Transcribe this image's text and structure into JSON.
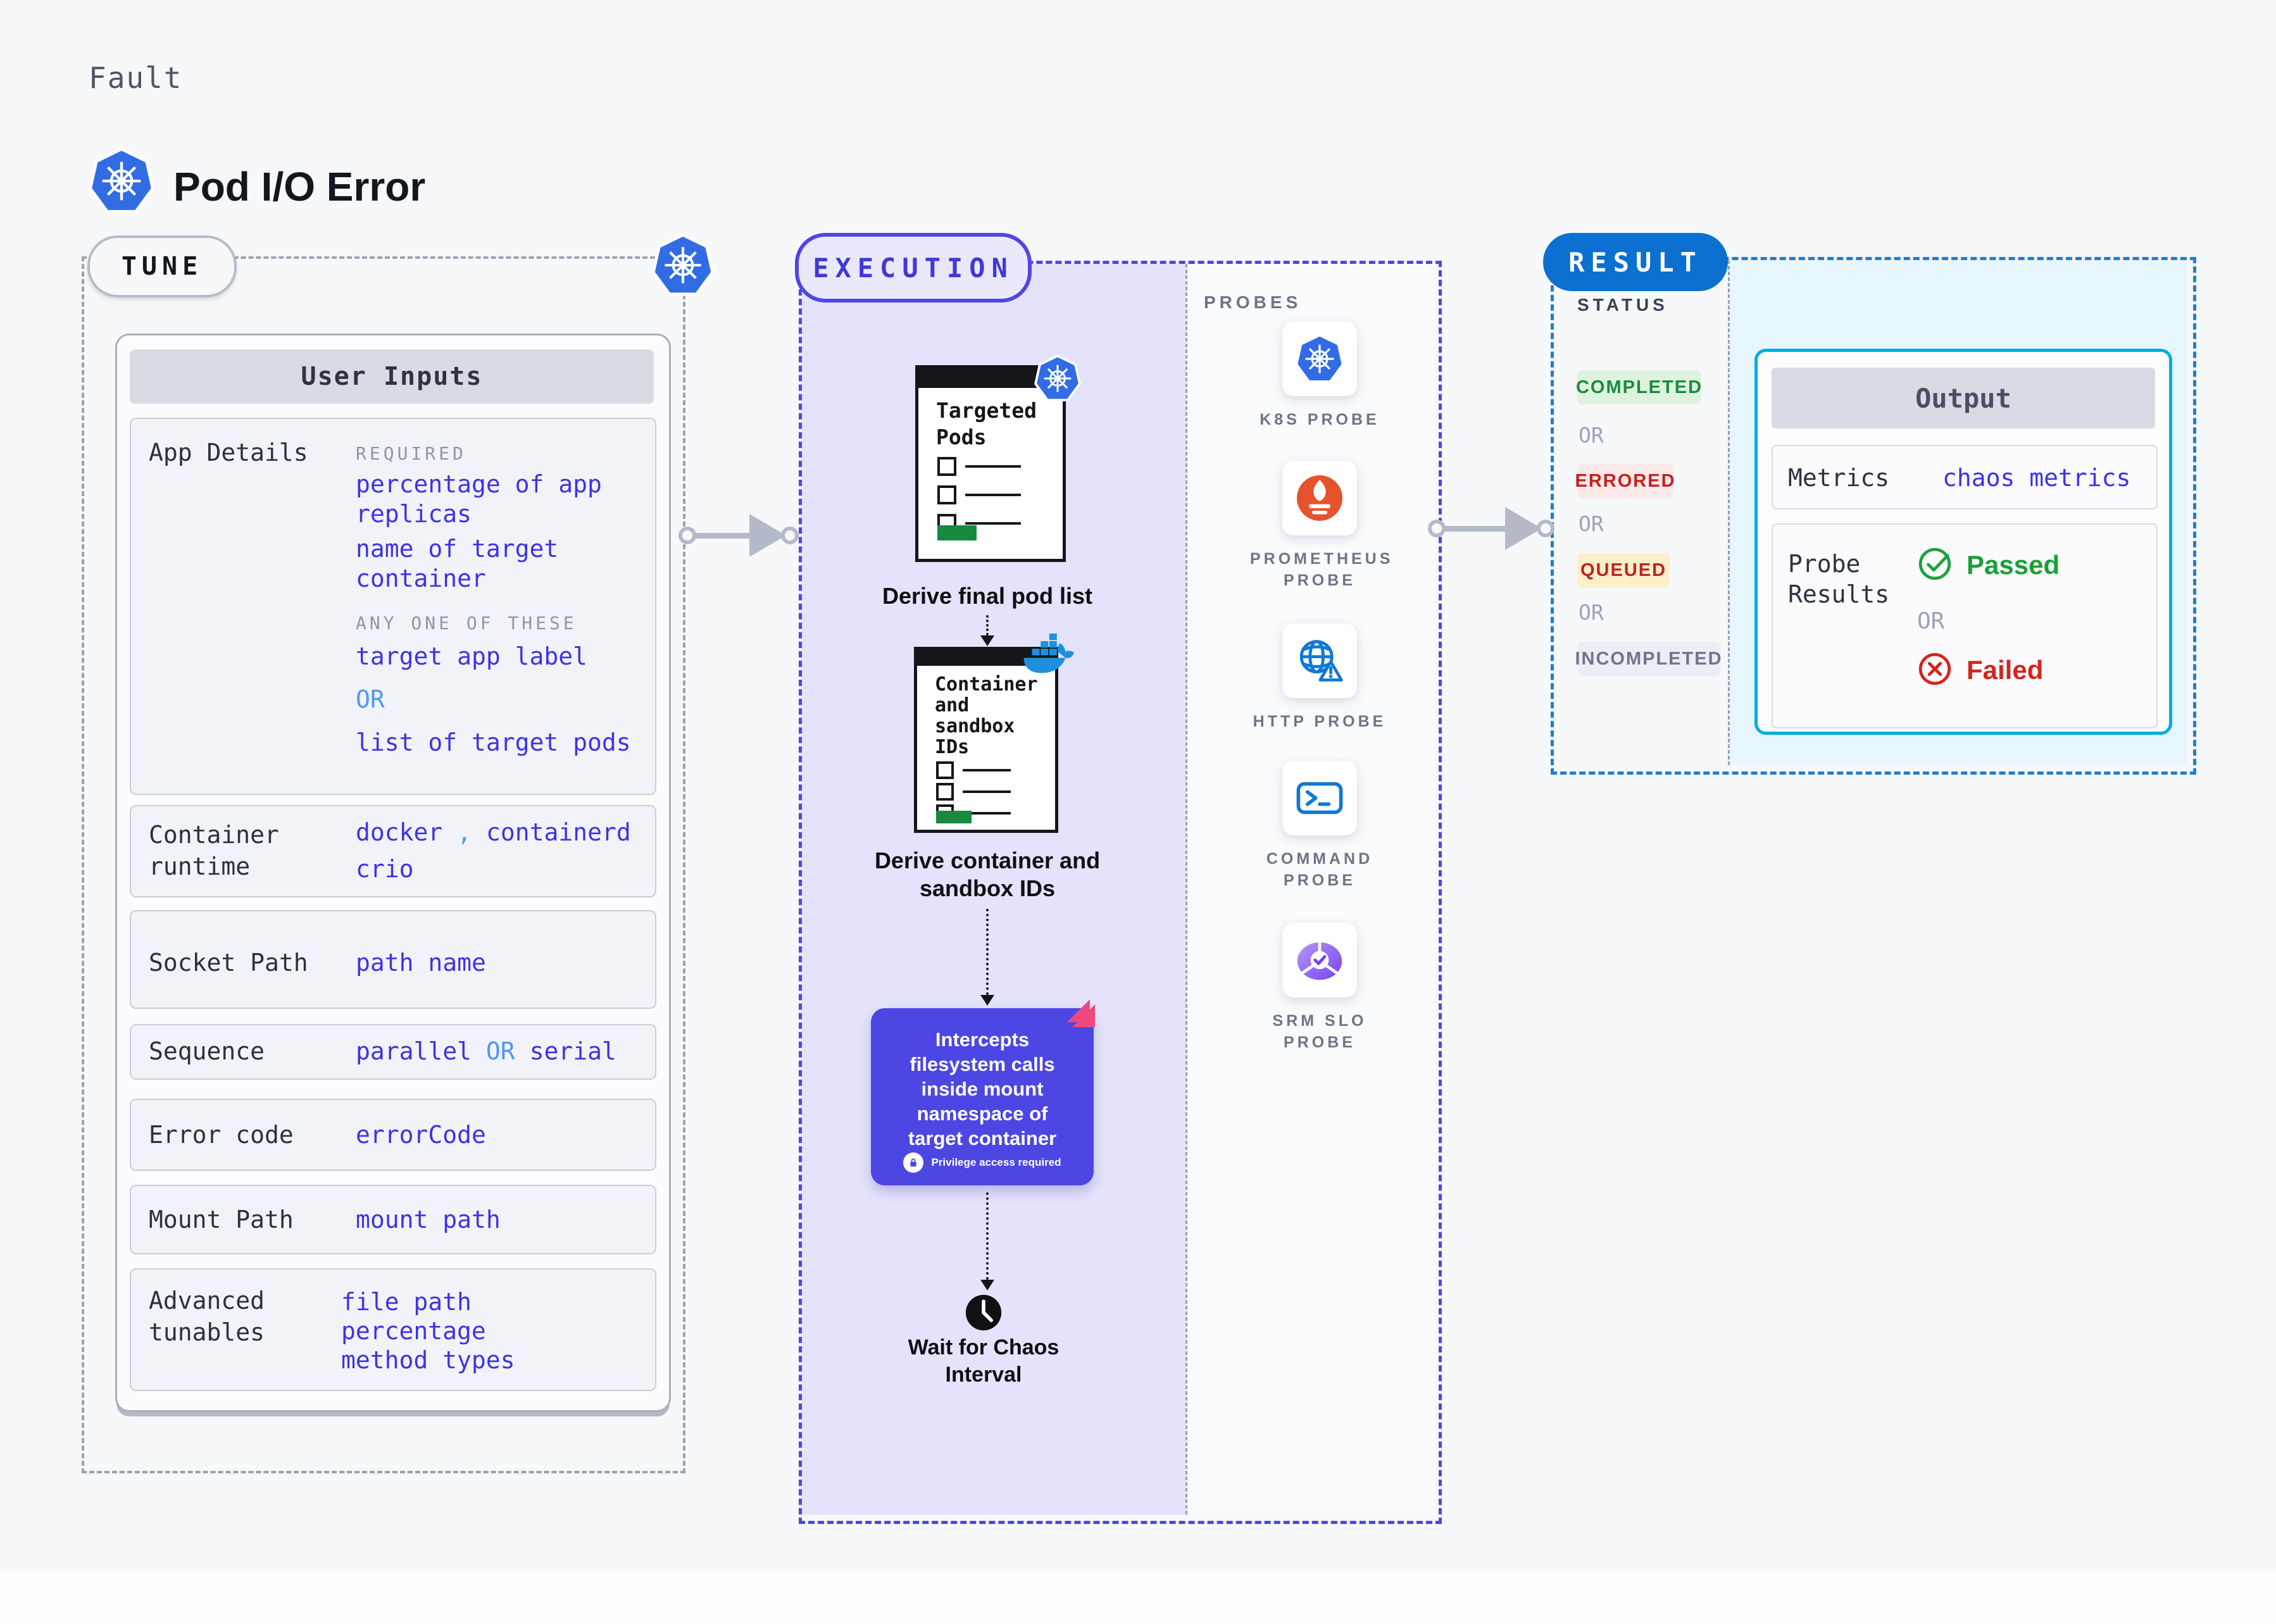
{
  "header": {
    "kicker": "Fault",
    "title": "Pod I/O Error"
  },
  "tune": {
    "pill": "TUNE",
    "card_title": "User Inputs",
    "app_details": {
      "label": "App Details",
      "required_heading": "REQUIRED",
      "required_items": [
        "percentage of app replicas",
        "name of target container"
      ],
      "any_heading": "ANY ONE OF THESE",
      "any_first": "target app label",
      "or": "OR",
      "any_second": "list of target pods"
    },
    "container_runtime": {
      "label": "Container runtime",
      "value_1": "docker",
      "separator": ",",
      "value_2": "containerd",
      "value_3": "crio"
    },
    "socket_path": {
      "label": "Socket Path",
      "value": "path name"
    },
    "sequence": {
      "label": "Sequence",
      "value_1": "parallel",
      "or": "OR",
      "value_2": "serial"
    },
    "error_code": {
      "label": "Error code",
      "value": "errorCode"
    },
    "mount_path": {
      "label": "Mount Path",
      "value": "mount path"
    },
    "advanced_tunables": {
      "label": "Advanced tunables",
      "values": [
        "file path",
        "percentage",
        "method types"
      ]
    }
  },
  "execution": {
    "pill": "EXECUTION",
    "card1_title": "Targeted Pods",
    "caption1": "Derive final pod list",
    "card2_title": "Container and sandbox IDs",
    "caption2": "Derive container and sandbox IDs",
    "intercepts_text": "Intercepts filesystem calls inside mount namespace of target container",
    "privilege_badge": "Privilege access required",
    "wait_caption": "Wait for Chaos Interval"
  },
  "probes": {
    "heading": "PROBES",
    "items": [
      {
        "icon": "kubernetes-icon",
        "label": "K8S PROBE"
      },
      {
        "icon": "prometheus-icon",
        "label": "PROMETHEUS PROBE"
      },
      {
        "icon": "globe-alert-icon",
        "label": "HTTP PROBE"
      },
      {
        "icon": "terminal-icon",
        "label": "COMMAND PROBE"
      },
      {
        "icon": "donut-check-icon",
        "label": "SRM SLO PROBE"
      }
    ]
  },
  "result": {
    "pill": "RESULT",
    "status_heading": "STATUS",
    "or": "OR",
    "statuses": [
      {
        "label": "COMPLETED",
        "text_color": "#1d8a3c",
        "bg_color": "#ddf3df"
      },
      {
        "label": "ERRORED",
        "text_color": "#c4201e",
        "bg_color": "#fbe9e9"
      },
      {
        "label": "QUEUED",
        "text_color": "#c32220",
        "bg_color": "#fcf0cb"
      },
      {
        "label": "INCOMPLETED",
        "text_color": "#6e7689",
        "bg_color": "#eceef5"
      }
    ],
    "output": {
      "title": "Output",
      "metrics_label": "Metrics",
      "metrics_value": "chaos metrics",
      "probe_results_label": "Probe Results",
      "passed": "Passed",
      "or": "OR",
      "failed": "Failed"
    }
  },
  "colors": {
    "page_bg": "#f7f8fa",
    "value_blue": "#3d33e6",
    "light_blue": "#4f97f6",
    "indigo": "#4f46e5",
    "lavender": "#e4e3fb",
    "purple_box": "#4c47e2",
    "result_blue": "#0b70cf",
    "output_border_cyan": "#00ace2",
    "result_bg_cyan": "#e7f6fc",
    "passed_green": "#17a034",
    "failed_red": "#d3251c",
    "progress_green": "#178a3e",
    "kubernetes_blue": "#326ce5",
    "docker_blue": "#1d90e0",
    "prometheus_orange": "#e6522c",
    "srm_purple": "#7a3ff2",
    "pink_accent": "#f0487c",
    "arrow_gray": "#b5bac9"
  }
}
